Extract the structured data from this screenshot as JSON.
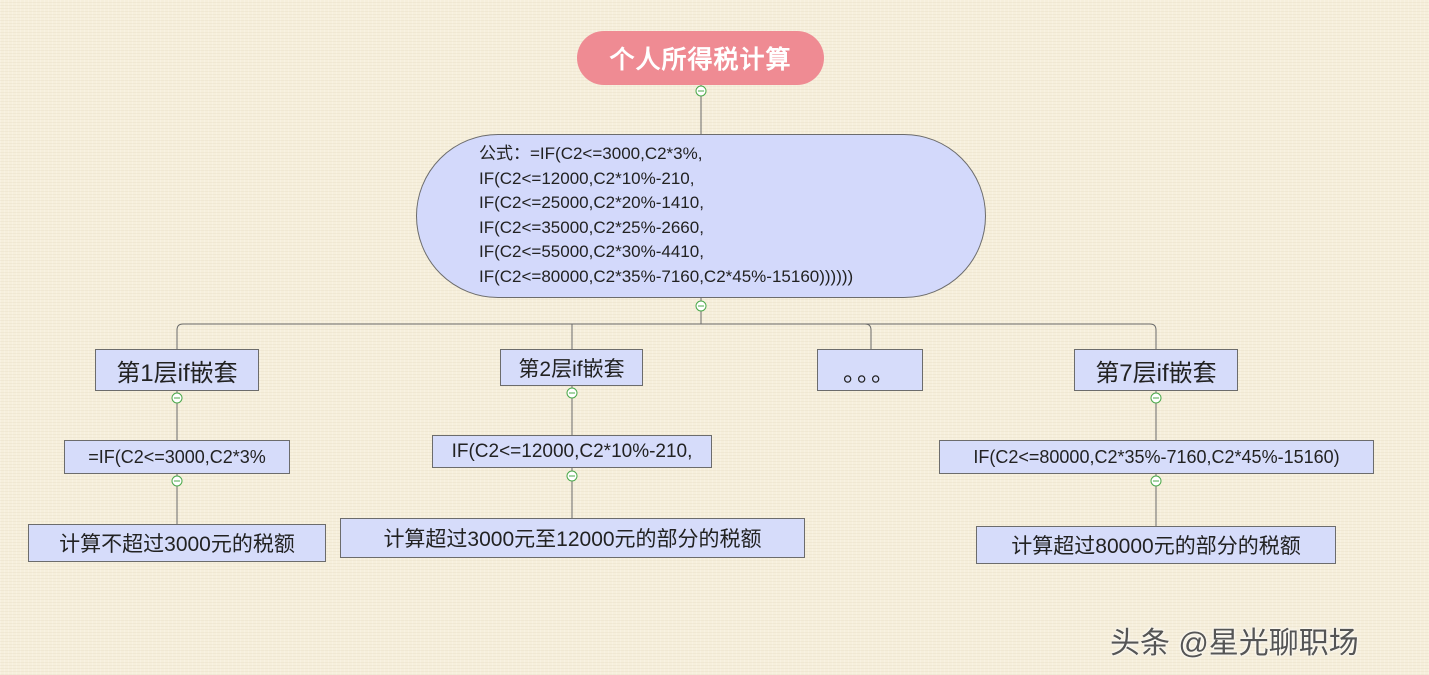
{
  "root": {
    "label": "个人所得税计算"
  },
  "formula": {
    "lines": [
      "公式：=IF(C2<=3000,C2*3%,",
      "IF(C2<=12000,C2*10%-210,",
      "IF(C2<=25000,C2*20%-1410,",
      "IF(C2<=35000,C2*25%-2660,",
      "IF(C2<=55000,C2*30%-4410,",
      "IF(C2<=80000,C2*35%-7160,C2*45%-15160))))))"
    ]
  },
  "branches": [
    {
      "label": "第1层if嵌套",
      "formula": "=IF(C2<=3000,C2*3%",
      "description": "计算不超过3000元的税额"
    },
    {
      "label": "第2层if嵌套",
      "formula": "IF(C2<=12000,C2*10%-210,",
      "description": "计算超过3000元至12000元的部分的税额"
    },
    {
      "label": "。。。"
    },
    {
      "label": "第7层if嵌套",
      "formula": "IF(C2<=80000,C2*35%-7160,C2*45%-15160)",
      "description": "计算超过80000元的部分的税额"
    }
  ],
  "watermark": "头条 @星光聊职场",
  "colors": {
    "root_fill": "#ef8b93",
    "node_fill": "#d6dcfa",
    "border": "#6c6c6c",
    "toggle": "#4aa84a"
  }
}
